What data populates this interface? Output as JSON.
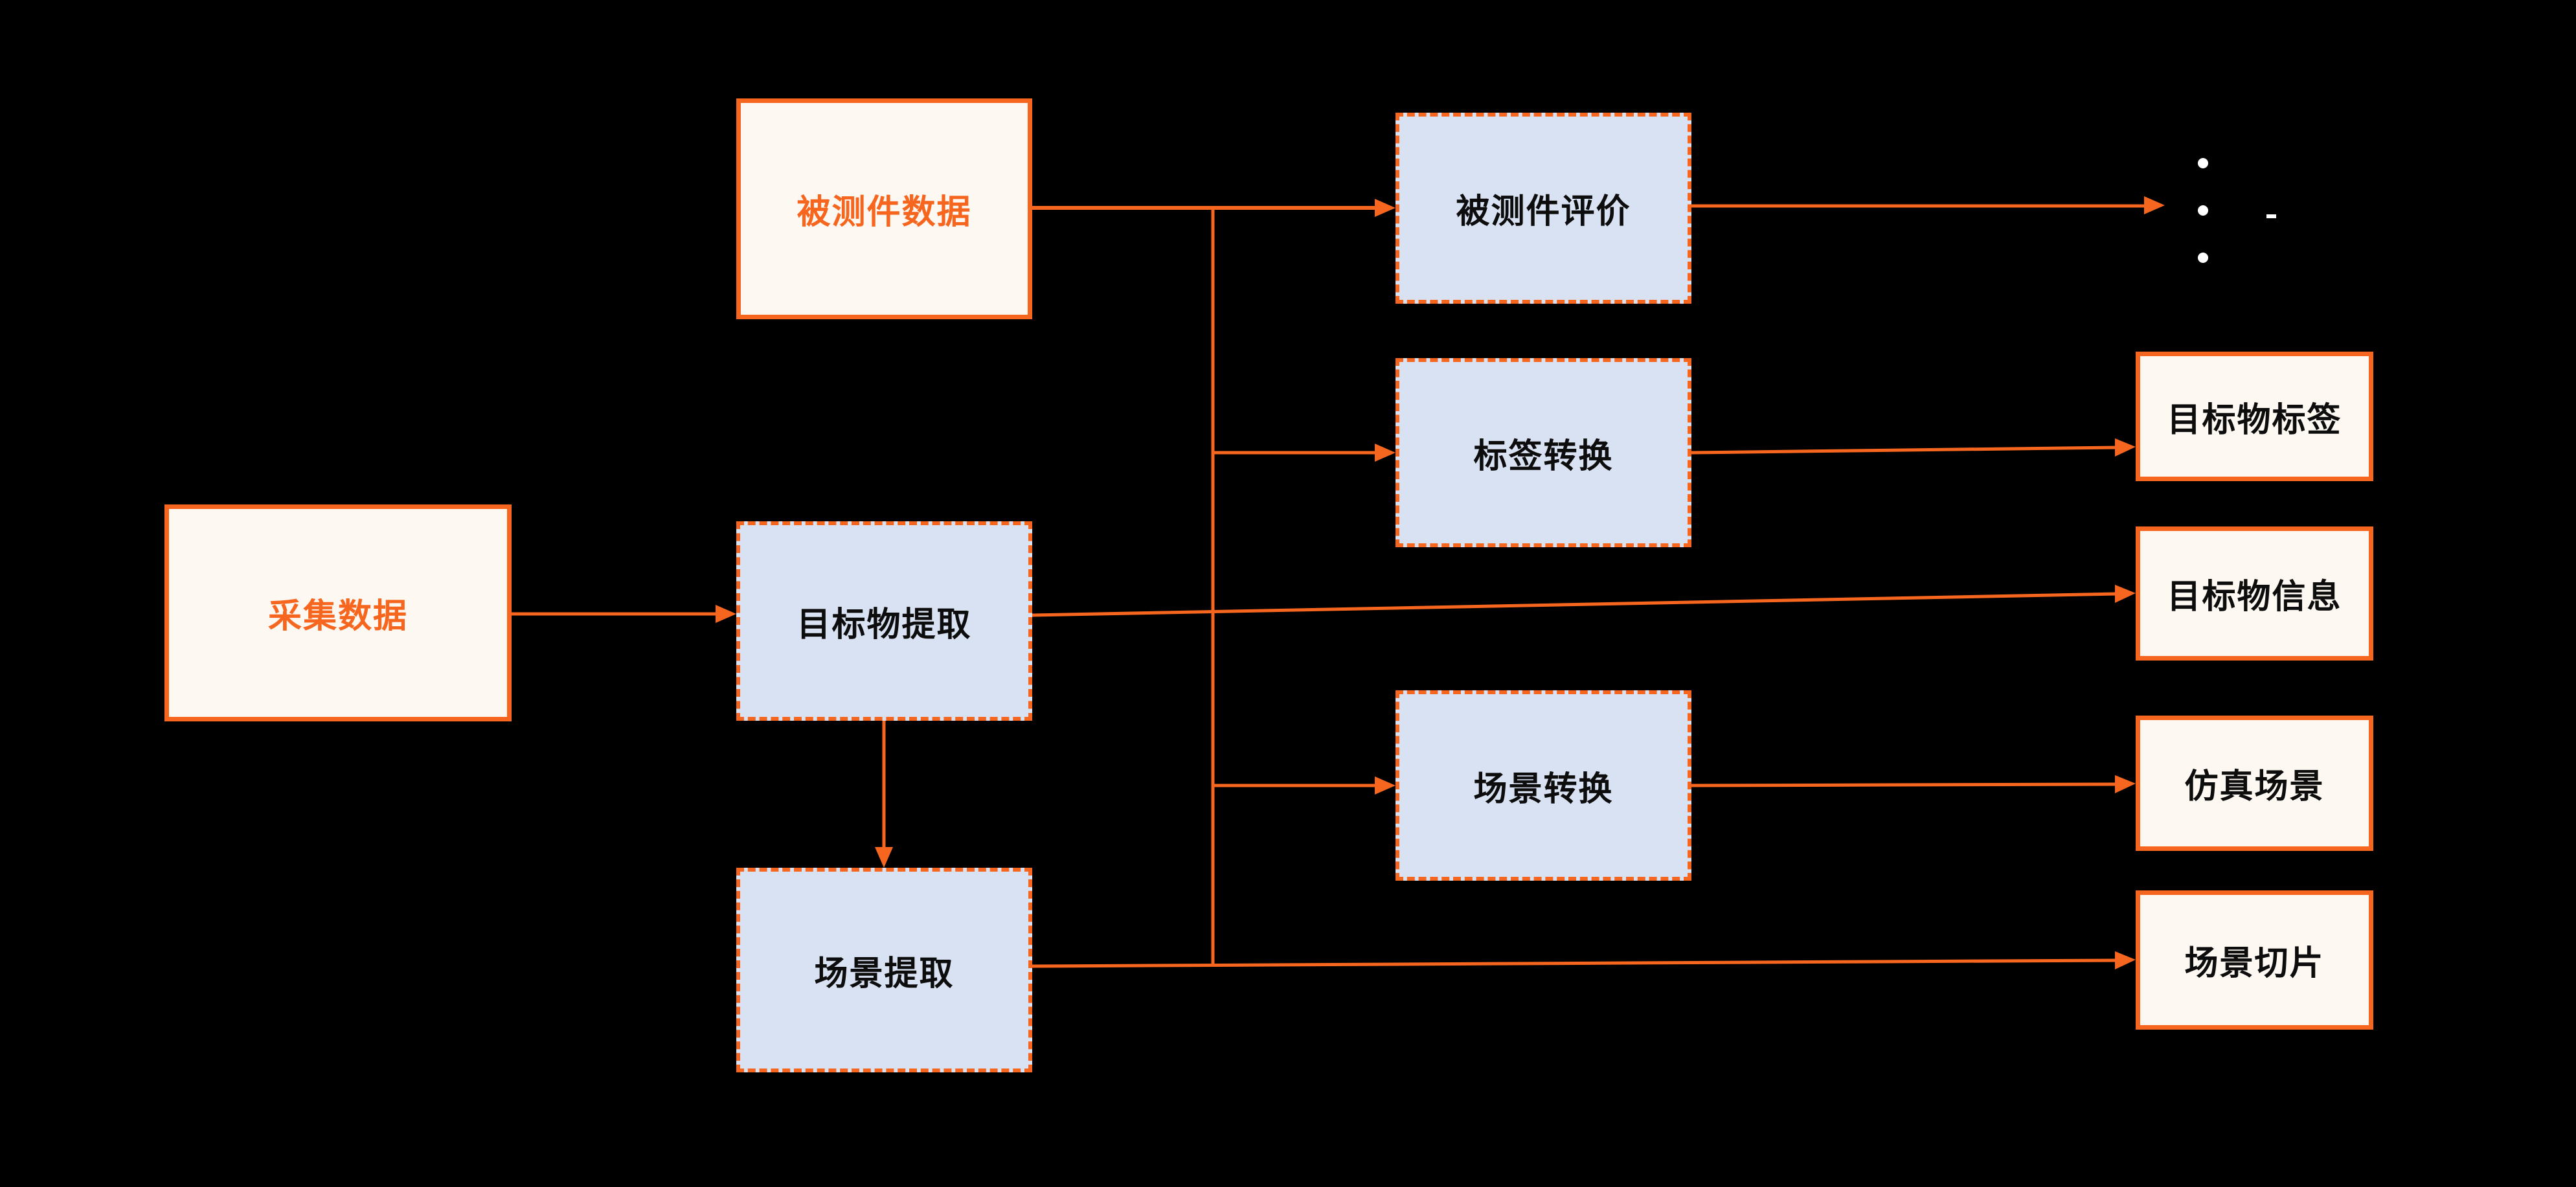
{
  "diagram": {
    "title": "data-processing-flowchart",
    "colors": {
      "background": "#000000",
      "accent_orange": "#F7661E",
      "source_fill": "#FDF8F2",
      "process_fill": "#D9E2F2",
      "dark_text": "#0D0D0D",
      "bullet_dot": "#FFFFFF"
    },
    "nodes": [
      {
        "id": "collect-data",
        "label": "采集数据",
        "style": "source-cream-solid-border-orange-text"
      },
      {
        "id": "dut-data",
        "label": "被测件数据",
        "style": "source-cream-solid-border-orange-text"
      },
      {
        "id": "target-extraction",
        "label": "目标物提取",
        "style": "process-blue-dashed-border"
      },
      {
        "id": "scene-extraction",
        "label": "场景提取",
        "style": "process-blue-dashed-border"
      },
      {
        "id": "dut-evaluation",
        "label": "被测件评价",
        "style": "process-blue-dashed-border"
      },
      {
        "id": "label-conversion",
        "label": "标签转换",
        "style": "process-blue-dashed-border"
      },
      {
        "id": "scene-conversion",
        "label": "场景转换",
        "style": "process-blue-dashed-border"
      },
      {
        "id": "target-label",
        "label": "目标物标签",
        "style": "output-cream-solid-border"
      },
      {
        "id": "target-info",
        "label": "目标物信息",
        "style": "output-cream-solid-border"
      },
      {
        "id": "simulation-scene",
        "label": "仿真场景",
        "style": "output-cream-solid-border"
      },
      {
        "id": "scene-slice",
        "label": "场景切片",
        "style": "output-cream-solid-border"
      }
    ],
    "edges": [
      {
        "from": "collect-data",
        "to": "target-extraction"
      },
      {
        "from": "dut-data",
        "to": "dut-evaluation"
      },
      {
        "from": "junction-line",
        "to": "label-conversion"
      },
      {
        "from": "junction-line",
        "to": "scene-conversion"
      },
      {
        "from": "target-extraction",
        "to": "target-info"
      },
      {
        "from": "target-extraction",
        "to": "scene-extraction"
      },
      {
        "from": "scene-extraction",
        "to": "scene-slice"
      },
      {
        "from": "dut-evaluation",
        "to": "bullet-list"
      },
      {
        "from": "label-conversion",
        "to": "target-label"
      },
      {
        "from": "scene-conversion",
        "to": "simulation-scene"
      }
    ],
    "artifacts": {
      "bullet_dots_count": 3,
      "bullet_dash_count": 1,
      "note": "three white bullet dots and one small white dash at top right (text of that list is not visible against background)"
    }
  }
}
